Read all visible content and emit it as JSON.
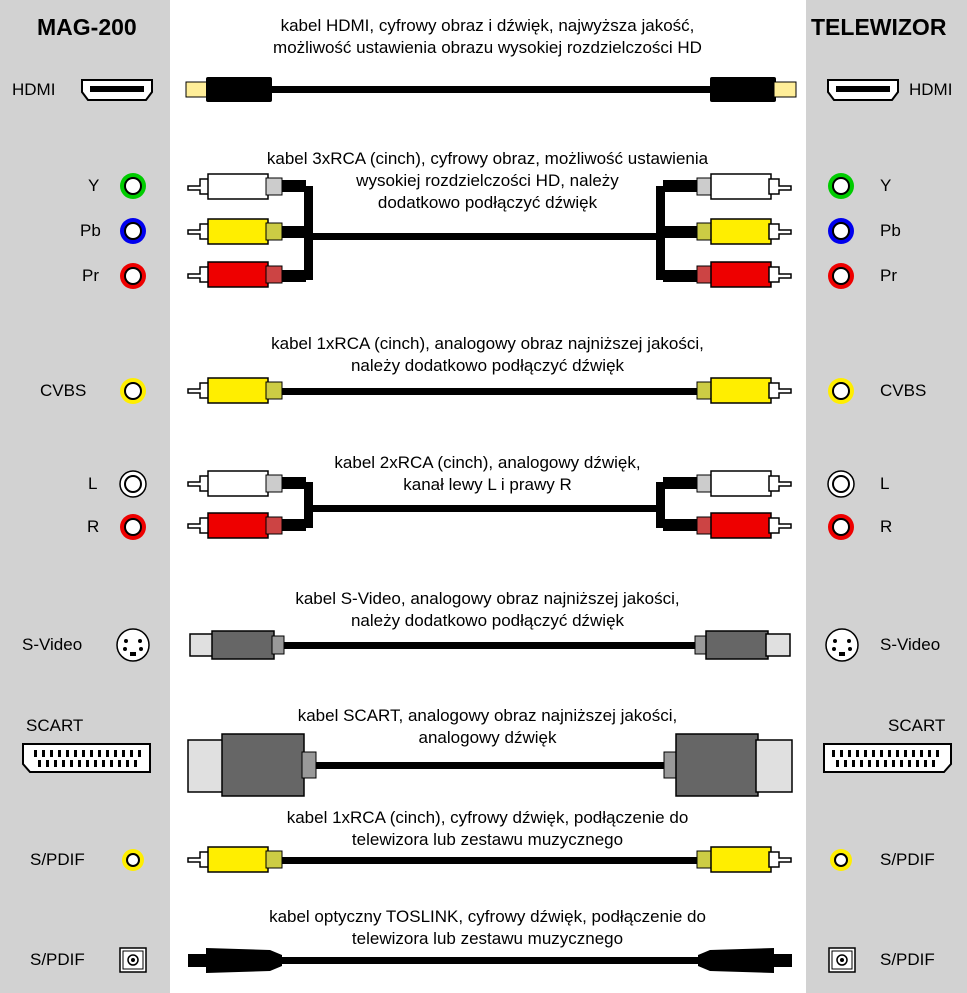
{
  "left_device": {
    "title": "MAG-200"
  },
  "right_device": {
    "title": "TELEWIZOR"
  },
  "ports": {
    "hdmi": "HDMI",
    "y": "Y",
    "pb": "Pb",
    "pr": "Pr",
    "cvbs": "CVBS",
    "l": "L",
    "r": "R",
    "svideo": "S-Video",
    "scart": "SCART",
    "spdif_coax": "S/PDIF",
    "spdif_optical": "S/PDIF"
  },
  "cables": {
    "hdmi": {
      "line1": "kabel HDMI, cyfrowy obraz i dźwięk, najwyższa jakość,",
      "line2": "możliwość ustawienia obrazu wysokiej rozdzielczości HD"
    },
    "component": {
      "line1": "kabel 3xRCA (cinch), cyfrowy obraz, możliwość ustawienia",
      "line2": "wysokiej rozdzielczości HD, należy",
      "line3": "dodatkowo podłączyć dźwięk"
    },
    "composite": {
      "line1": "kabel 1xRCA (cinch), analogowy obraz najniższej jakości,",
      "line2": "należy dodatkowo podłączyć dźwięk"
    },
    "audio": {
      "line1": "kabel 2xRCA (cinch), analogowy dźwięk,",
      "line2": "kanał lewy L i prawy R"
    },
    "svideo": {
      "line1": "kabel S-Video, analogowy obraz najniższej jakości,",
      "line2": "należy dodatkowo podłączyć dźwięk"
    },
    "scart": {
      "line1": "kabel SCART, analogowy obraz najniższej jakości,",
      "line2": "analogowy dźwięk"
    },
    "coax": {
      "line1": "kabel 1xRCA (cinch), cyfrowy dźwięk, podłączenie do",
      "line2": "telewizora lub zestawu muzycznego"
    },
    "optical": {
      "line1": "kabel optyczny TOSLINK, cyfrowy dźwięk, podłączenie do",
      "line2": "telewizora lub zestawu muzycznego"
    }
  },
  "colors": {
    "panel": "#d2d2d2",
    "green": "#00cc00",
    "blue": "#0000ee",
    "red": "#ee0000",
    "yellow": "#ffee00",
    "white": "#ffffff",
    "cable": "#000000",
    "svideo_plug": "#666666"
  }
}
